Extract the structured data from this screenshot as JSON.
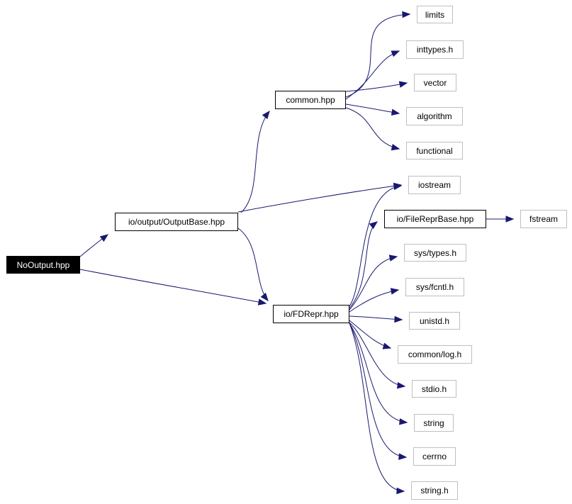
{
  "diagram": {
    "nodes": {
      "nooutput": "NoOutput.hpp",
      "outputbase": "io/output/OutputBase.hpp",
      "common": "common.hpp",
      "limits": "limits",
      "inttypes": "inttypes.h",
      "vector": "vector",
      "algorithm": "algorithm",
      "functional": "functional",
      "iostream": "iostream",
      "filereprbase": "io/FileReprBase.hpp",
      "fstream": "fstream",
      "fdrepr": "io/FDRepr.hpp",
      "systypes": "sys/types.h",
      "sysfcntl": "sys/fcntl.h",
      "unistd": "unistd.h",
      "commonlog": "common/log.h",
      "stdio": "stdio.h",
      "string": "string",
      "cerrno": "cerrno",
      "stringh": "string.h"
    },
    "edge_color": "#191970"
  }
}
